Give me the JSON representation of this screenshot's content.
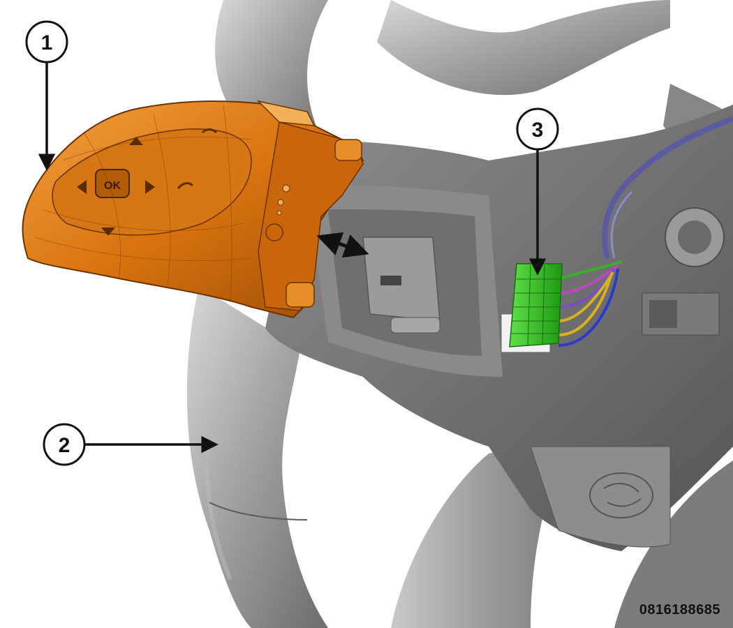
{
  "callouts": [
    {
      "number": "1",
      "target": "switch-module"
    },
    {
      "number": "2",
      "target": "steering-wheel"
    },
    {
      "number": "3",
      "target": "electrical-connector"
    }
  ],
  "figure_number": "0816188685",
  "switch_buttons": {
    "ok_label": "OK"
  },
  "colors": {
    "switch_module": "#e07a14",
    "connector": "#2ec11c",
    "wheel": "#9a9a9a",
    "wire_purple": "#7a4ec8",
    "wire_yellow": "#d8b020",
    "wire_green": "#3cae2a",
    "wire_blue": "#2a3ad0"
  },
  "icons": [
    "double-arrow-icon",
    "callout-arrow-icon"
  ]
}
